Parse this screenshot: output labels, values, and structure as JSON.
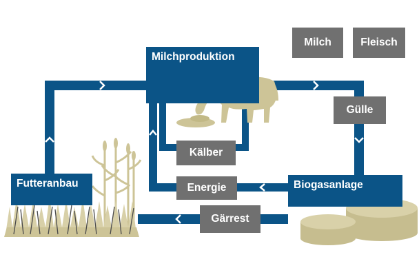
{
  "nodes": {
    "milchproduktion": "Milchproduktion",
    "futteranbau": "Futteranbau",
    "biogasanlage": "Biogasanlage"
  },
  "labels": {
    "milch": "Milch",
    "fleisch": "Fleisch",
    "guelle": "Gülle",
    "kaelber": "Kälber",
    "energie": "Energie",
    "gaerrest": "Gärrest"
  },
  "colors": {
    "node_blue": "#0b5487",
    "label_gray": "#707070",
    "illustration_beige": "#cdc497"
  },
  "icons": [
    "cow-icon",
    "feed-pile-icon",
    "corn-plants-icon",
    "grass-icon",
    "biogas-tanks-icon"
  ]
}
